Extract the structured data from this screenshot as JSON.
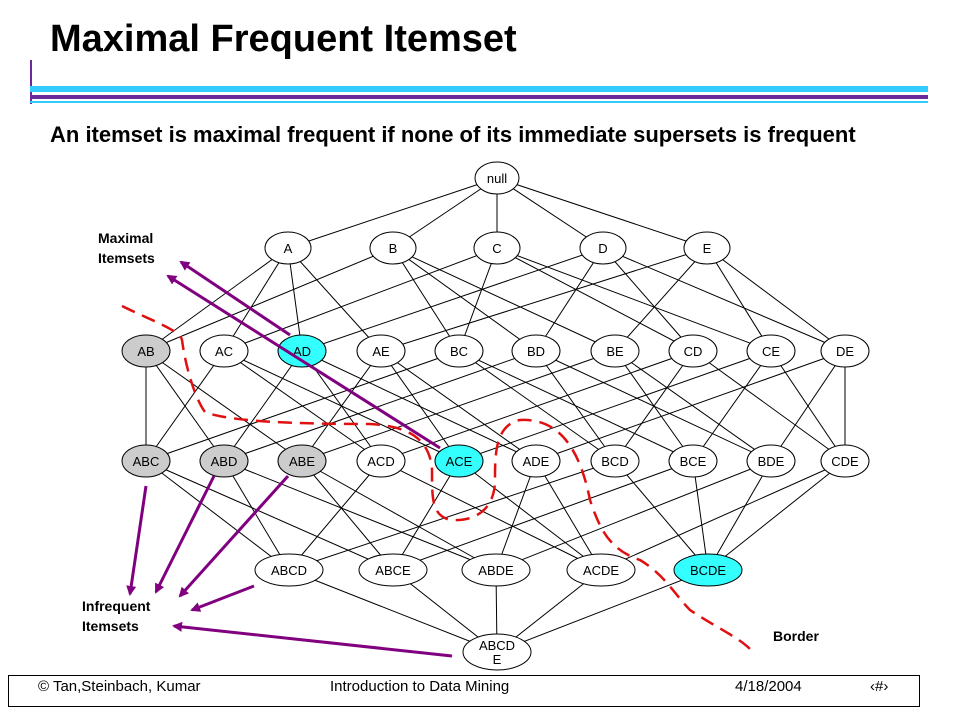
{
  "slide": {
    "title": "Maximal Frequent Itemset",
    "subtitle": "An itemset is maximal frequent if none of its immediate supersets is frequent"
  },
  "labels": {
    "maximal_1": "Maximal",
    "maximal_2": "Itemsets",
    "infrequent_1": "Infrequent",
    "infrequent_2": "Itemsets",
    "border": "Border"
  },
  "lattice": {
    "root": "null",
    "level1": [
      "A",
      "B",
      "C",
      "D",
      "E"
    ],
    "level2": [
      "AB",
      "AC",
      "AD",
      "AE",
      "BC",
      "BD",
      "BE",
      "CD",
      "CE",
      "DE"
    ],
    "level3": [
      "ABC",
      "ABD",
      "ABE",
      "ACD",
      "ACE",
      "ADE",
      "BCD",
      "BCE",
      "BDE",
      "CDE"
    ],
    "level4": [
      "ABCD",
      "ABCE",
      "ABDE",
      "ACDE",
      "BCDE"
    ],
    "level5": "ABCDE",
    "level5_lines": [
      "ABCD",
      "E"
    ],
    "highlighted": [
      "AD",
      "ACE",
      "BCDE"
    ],
    "frequent_gray": [
      "AB",
      "ABC",
      "ABD",
      "ABE"
    ]
  },
  "colors": {
    "highlight": "#33ffff",
    "gray": "#cccccc",
    "white": "#ffffff",
    "arrow": "#800080",
    "border_line": "#e01010",
    "accent_bar": "#33ccff"
  },
  "footer": {
    "authors": "© Tan,Steinbach, Kumar",
    "course": "Introduction to Data Mining",
    "date": "4/18/2004",
    "page": "‹#›"
  }
}
